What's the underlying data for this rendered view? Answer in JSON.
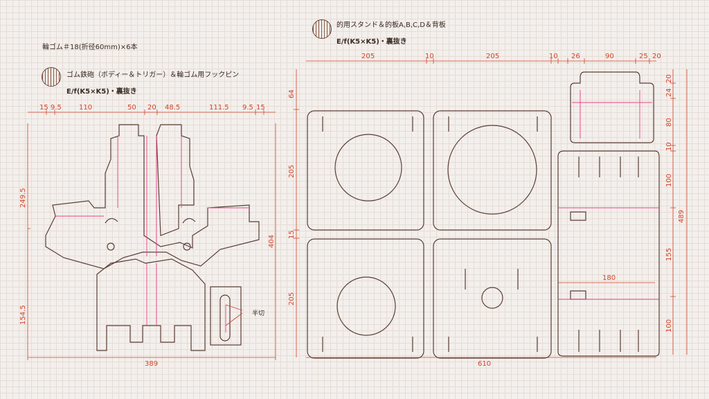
{
  "left_panel": {
    "title": "輪ゴム＃18(折径60mm)×6本",
    "part_name": "ゴム鉄砲（ボディー＆トリガー）＆輪ゴム用フックピン",
    "material": "E/f(K5×K5)・裏抜き",
    "top_dims": [
      "15",
      "9.5",
      "110",
      "50",
      "20",
      "48.5",
      "111.5",
      "9.5",
      "15"
    ],
    "left_dims": [
      "249.5",
      "154.5"
    ],
    "right_dim": "404",
    "bottom_dim": "389",
    "callout": "半切"
  },
  "right_panel": {
    "part_name": "的用スタンド＆的板A,B,C,D＆背板",
    "material": "E/f(K5×K5)・裏抜き",
    "top_dims": [
      "205",
      "10",
      "205",
      "10",
      "26",
      "90",
      "25",
      "20"
    ],
    "left_dims": [
      "64",
      "205",
      "15",
      "205"
    ],
    "right_dims": [
      "20",
      "24",
      "80",
      "10",
      "100",
      "155",
      "100"
    ],
    "right_total": "489",
    "inner_dim": "180",
    "bottom_dim": "610"
  },
  "colors": {
    "cut_line": "#5a3e36",
    "fold_line": "#e8418a",
    "dimension": "#d3452a",
    "background": "#f3efec"
  }
}
